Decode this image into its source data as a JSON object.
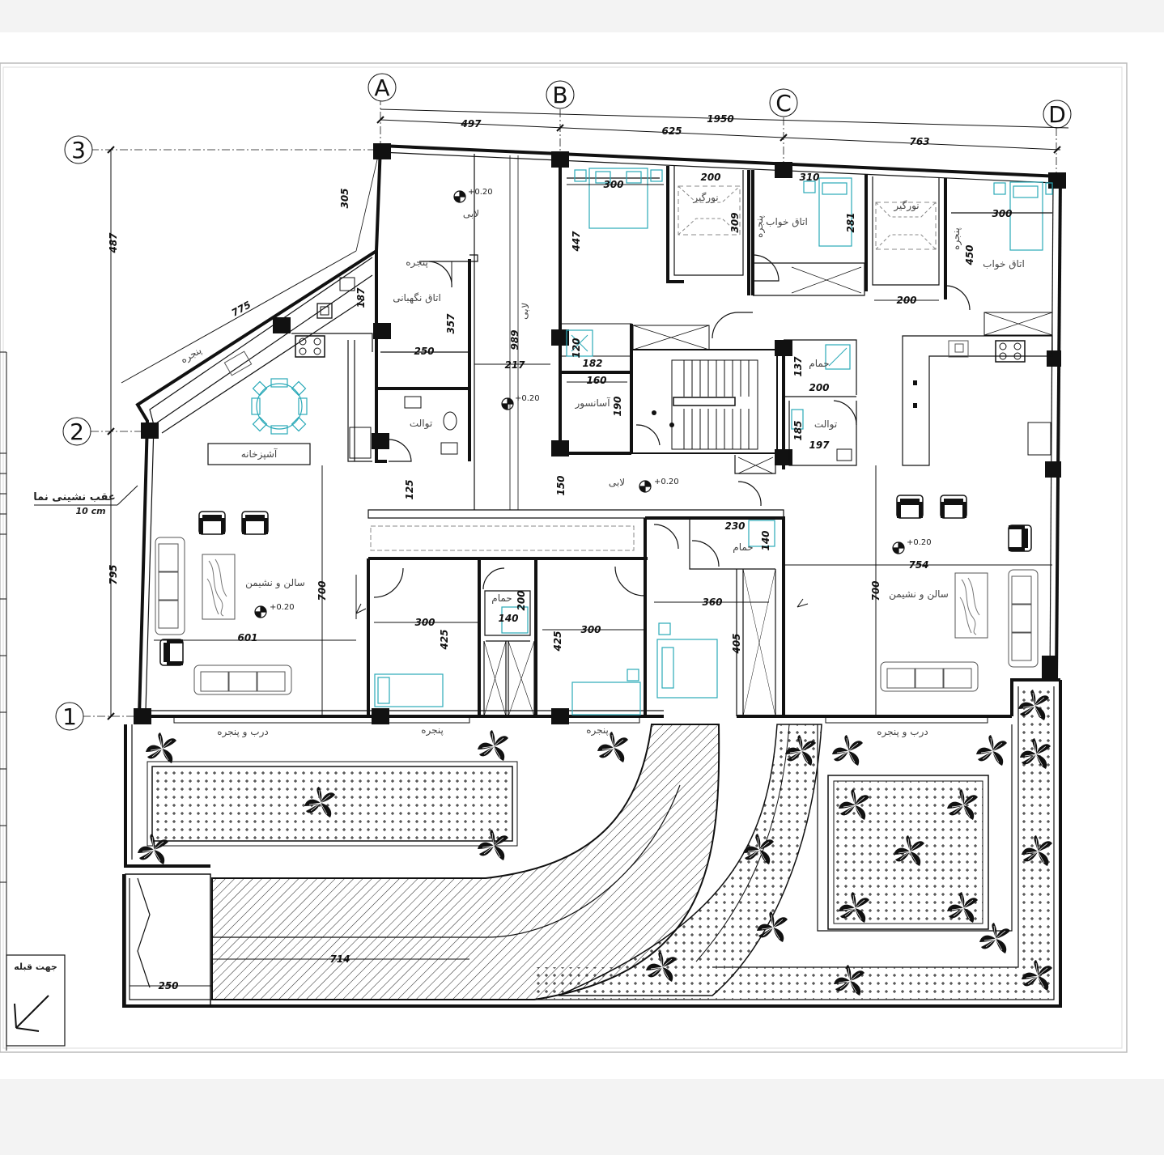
{
  "grid_axes": {
    "letters": [
      "A",
      "B",
      "C",
      "D"
    ],
    "numbers": [
      "3",
      "2",
      "1"
    ]
  },
  "dimensions": {
    "top_overall": "1950",
    "top_segments": [
      "497",
      "625",
      "763"
    ],
    "left_segments": [
      "487",
      "795"
    ],
    "diagonal_wall": "775",
    "misc": {
      "d305": "305",
      "d187": "187",
      "d357": "357",
      "d250": "250",
      "d989": "989",
      "d217": "217",
      "d125": "125",
      "d150": "150",
      "d447": "447",
      "d300a": "300",
      "d200a": "200",
      "d309": "309",
      "d310": "310",
      "d281": "281",
      "d200b": "200",
      "d300b": "300",
      "d450": "450",
      "d120": "120",
      "d182": "182",
      "d160": "160",
      "d190": "190",
      "d137": "137",
      "d200c": "200",
      "d185": "185",
      "d197": "197",
      "d230": "230",
      "d140a": "140",
      "d754": "754",
      "d700a": "700",
      "d700b": "700",
      "d601": "601",
      "d300c": "300",
      "d425a": "425",
      "d200d": "200",
      "d140b": "140",
      "d300d": "300",
      "d425b": "425",
      "d360": "360",
      "d405": "405",
      "d714": "714",
      "d250b": "250"
    }
  },
  "levels": {
    "lobby_top": "+0.20",
    "lobby_mid": "+0.20",
    "lobby_main": "+0.20",
    "living_left": "+0.20",
    "living_right": "+0.20"
  },
  "rooms": {
    "lobby_top": "لابی",
    "lobby_vertical": "لابی",
    "lobby_main": "لابی",
    "guard_room": "اتاق نگهبانی",
    "window_guard": "پنجره",
    "window_diag": "پنجره",
    "toilet_left": "توالت",
    "kitchen": "آشپزخانه",
    "living_left": "سالن و نشیمن",
    "skylight_1": "نورگیر",
    "skylight_2": "نورگیر",
    "bedroom_c": "اتاق خواب",
    "bedroom_d": "اتاق خواب",
    "window_c": "پنجره",
    "window_d": "پنجره",
    "elevator": "آسانسور",
    "bath_c": "حمام",
    "toilet_c": "توالت",
    "bath_mid": "حمام",
    "bath_lower": "حمام",
    "living_right": "سالن و نشیمن",
    "door_window_left": "درب و پنجره",
    "window_lower_1": "پنجره",
    "window_lower_2": "پنجره",
    "door_window_right": "درب و پنجره"
  },
  "notes": {
    "facade_setback": "عقب نشینی نما",
    "facade_setback_value": "10 cm",
    "qibla_label": "جهت قبله"
  }
}
